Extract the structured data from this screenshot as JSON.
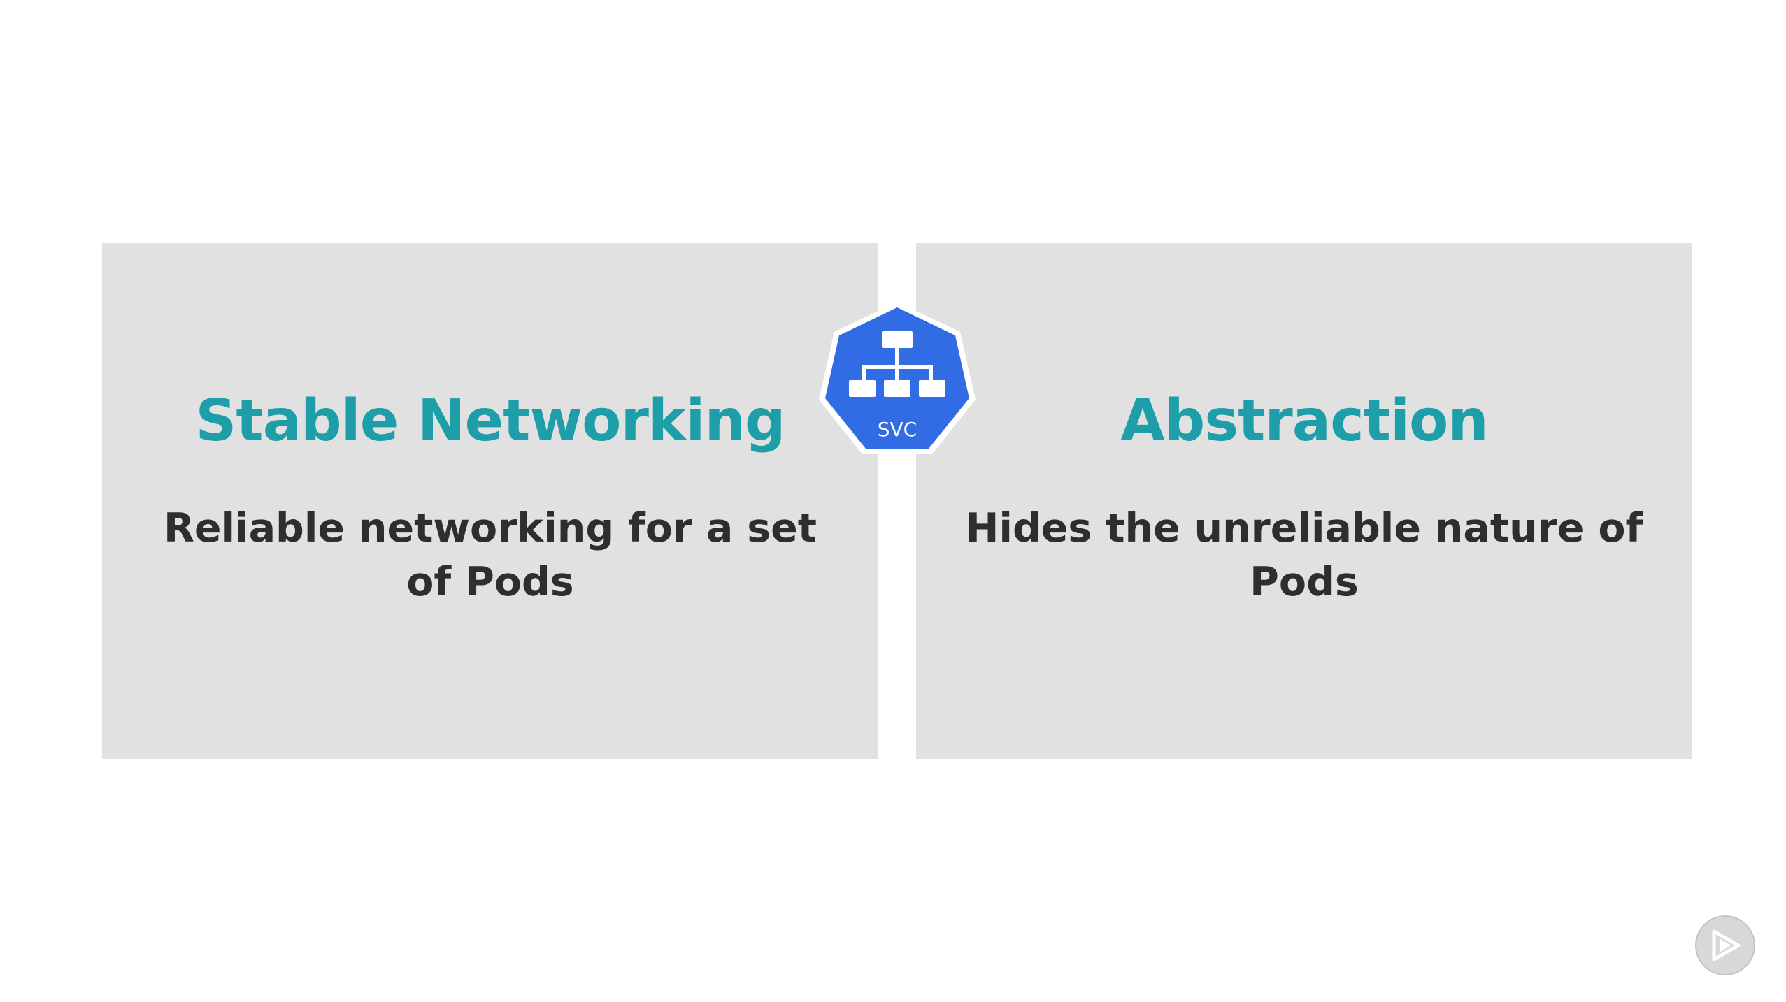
{
  "cards": [
    {
      "title": "Stable Networking",
      "text": "Reliable networking for a set of Pods"
    },
    {
      "title": "Abstraction",
      "text": "Hides the unreliable nature of Pods"
    }
  ],
  "badge": {
    "label": "SVC",
    "icon": "service-network-icon",
    "color": "#326ce5"
  },
  "logo": {
    "icon": "play-logo-icon"
  },
  "colors": {
    "title": "#1e9ea8",
    "card_background": "#e1e1e1",
    "body_text": "#2e2e2e"
  }
}
